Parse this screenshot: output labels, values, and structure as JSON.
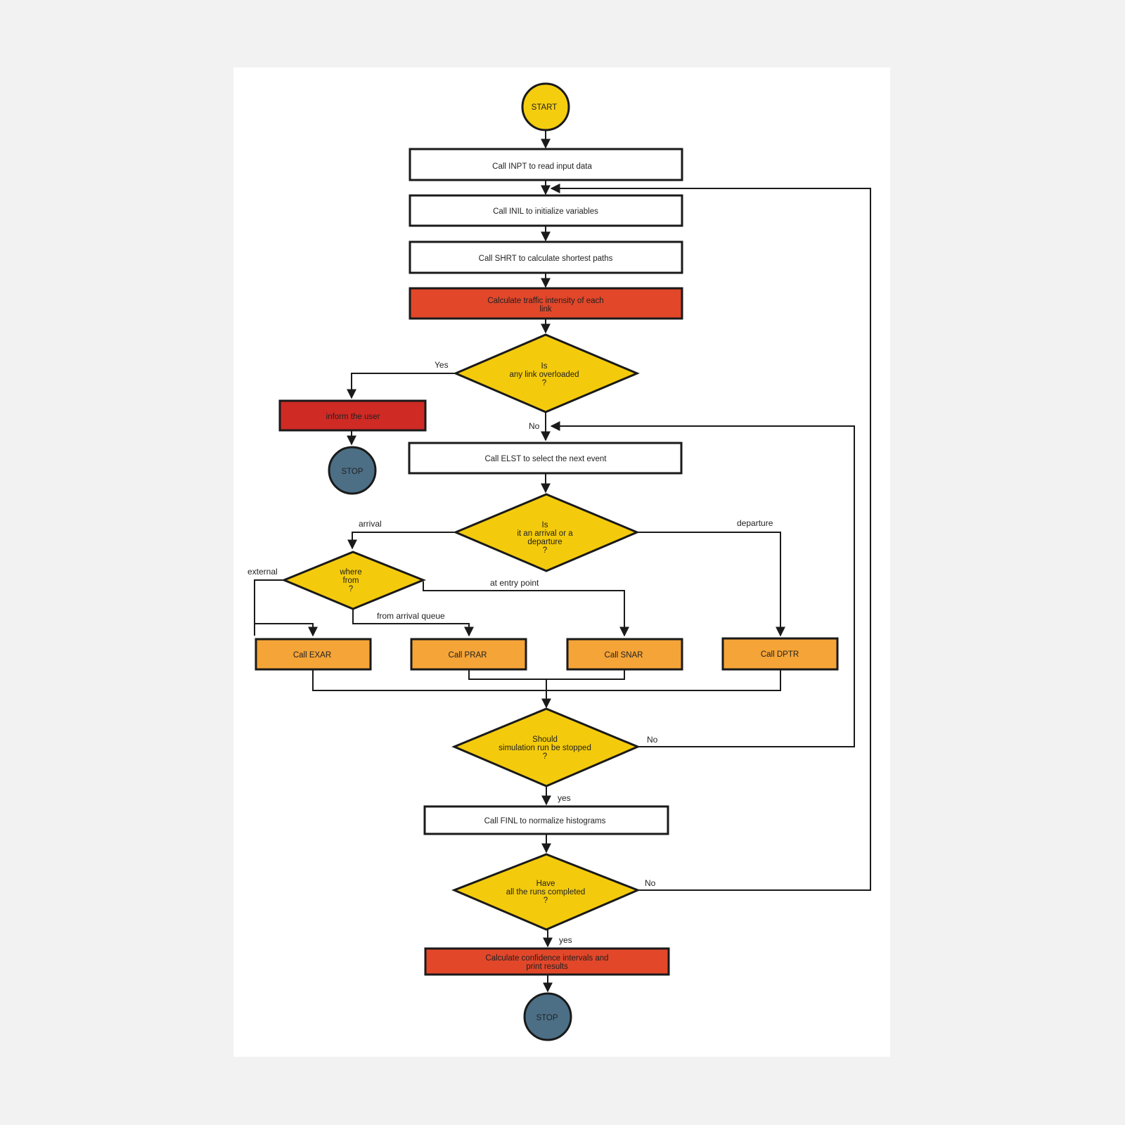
{
  "colors": {
    "circle_start": "#f5cd0f",
    "circle_stop": "#4c6f86",
    "decision": "#f4cb0c",
    "process_white": "#ffffff",
    "process_red": "#e2472a",
    "process_darkred": "#cf2a24",
    "process_orange": "#f5a437",
    "background": "#f2f2f2",
    "paper": "#ffffff"
  },
  "nodes": {
    "start": {
      "text": "START"
    },
    "inpt": {
      "text": "Call INPT to read input data"
    },
    "inil": {
      "text": "Call INIL to initialize variables"
    },
    "shrt": {
      "text": "Call SHRT to calculate shortest paths"
    },
    "traffic": {
      "line1": "Calculate traffic intensity of each",
      "line2": "link"
    },
    "overloaded": {
      "line1": "Is",
      "line2": "any link overloaded",
      "line3": "?"
    },
    "inform": {
      "text": "inform the user"
    },
    "stop1": {
      "text": "STOP"
    },
    "elst": {
      "text": "Call ELST to select the next event"
    },
    "arrdep": {
      "line1": "Is",
      "line2": "it an arrival or a",
      "line3": "departure",
      "line4": "?"
    },
    "wherefrom": {
      "line1": "where",
      "line2": "from",
      "line3": "?"
    },
    "exar": {
      "text": "Call EXAR"
    },
    "prar": {
      "text": "Call PRAR"
    },
    "snar": {
      "text": "Call SNAR"
    },
    "dptr": {
      "text": "Call DPTR"
    },
    "stopsim": {
      "line1": "Should",
      "line2": "simulation run be stopped",
      "line3": "?"
    },
    "finl": {
      "text": "Call FINL to normalize histograms"
    },
    "runs": {
      "line1": "Have",
      "line2": "all the runs completed",
      "line3": "?"
    },
    "confidence": {
      "line1": "Calculate confidence intervals and",
      "line2": "print results"
    },
    "stop2": {
      "text": "STOP"
    }
  },
  "edge_labels": {
    "yes_overloaded": "Yes",
    "no_overloaded": "No",
    "arrival": "arrival",
    "departure": "departure",
    "external": "external",
    "at_entry_point": "at entry point",
    "from_arrival_queue": "from arrival queue",
    "no_stopsim": "No",
    "yes_stopsim": "yes",
    "no_runs": "No",
    "yes_runs": "yes"
  }
}
